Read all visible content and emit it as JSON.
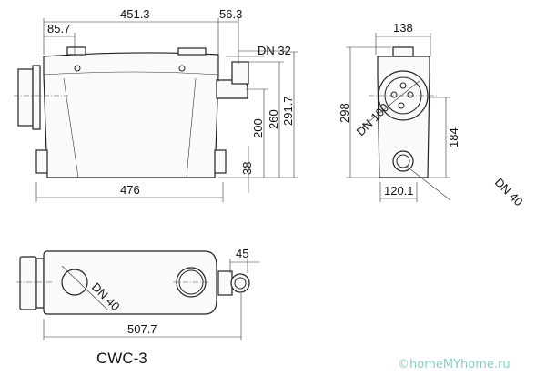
{
  "front_view": {
    "dim_overall_top": "451.3",
    "dim_inlet_offset": "85.7",
    "dim_outlet_offset": "56.3",
    "outlet_label": "DN 32",
    "dim_200": "200",
    "dim_260": "260",
    "dim_291": "291.7",
    "dim_38": "38",
    "dim_base": "476"
  },
  "side_view": {
    "dim_width": "138",
    "dim_height": "298",
    "inlet_label": "DN 100",
    "dim_184": "184",
    "dim_bottom": "120.1",
    "lower_inlet_label": "DN 40"
  },
  "top_view": {
    "dim_45": "45",
    "inlet_label": "DN 40",
    "dim_length": "507.7"
  },
  "model_label": "CWC-3",
  "watermark": "©homeMYhome.ru"
}
